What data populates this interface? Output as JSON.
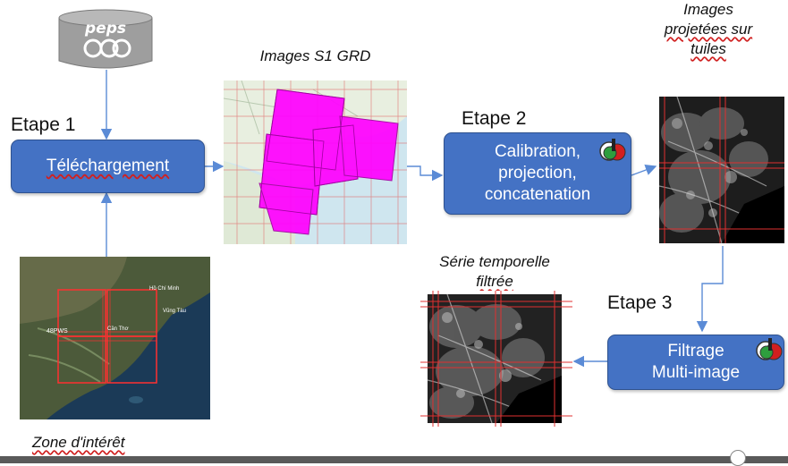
{
  "peps_logo_text": "peps",
  "captions": {
    "images_s1": "Images S1 GRD",
    "projected_line1": "Images",
    "projected_line2": "projetées sur",
    "projected_line3": "tuiles",
    "series_line1": "Série temporelle",
    "series_line2": "filtrée",
    "zone": "Zone d'intérêt"
  },
  "steps": {
    "step1": "Etape 1",
    "step2": "Etape 2",
    "step3": "Etape 3"
  },
  "boxes": {
    "download": "Téléchargement",
    "calib_line1": "Calibration,",
    "calib_line2": "projection,",
    "calib_line3": "concatenation",
    "filter_line1": "Filtrage",
    "filter_line2": "Multi-image"
  },
  "map_labels": {
    "tile": "48PWS",
    "city1": "Hồ Chí Minh",
    "city2": "Cần Thơ",
    "city3": "Vũng Tàu"
  },
  "colors": {
    "box_fill": "#4472c4",
    "arrow": "#5b8bd6",
    "grid_red": "#e03030",
    "footprint_magenta": "#ff00ff"
  },
  "icons": {
    "database": "database-icon",
    "otb": "orfeo-toolbox-icon"
  }
}
